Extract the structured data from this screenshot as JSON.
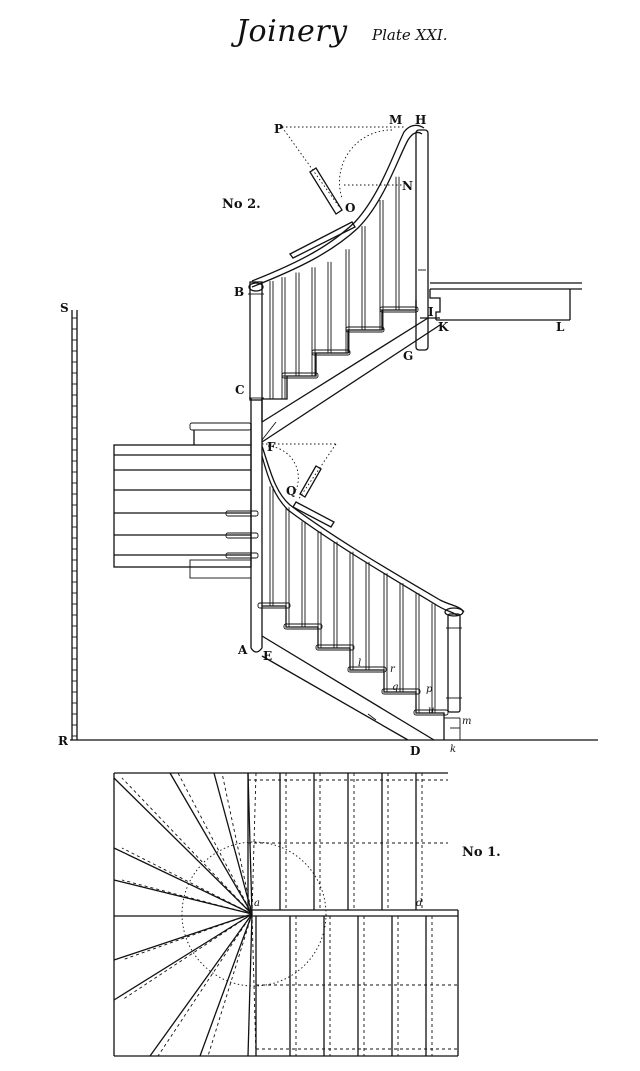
{
  "title": {
    "main": "Joinery",
    "sub": "Plate XXI."
  },
  "figures": {
    "fig2": "No 2.",
    "fig1": "No 1."
  },
  "labels": {
    "P": "P",
    "M": "M",
    "H": "H",
    "N": "N",
    "O": "O",
    "B": "B",
    "I": "I",
    "K": "K",
    "L": "L",
    "G": "G",
    "C": "C",
    "F": "F",
    "Q": "Q",
    "A": "A",
    "E": "E",
    "S": "S",
    "R": "R",
    "D": "D",
    "k": "k",
    "m": "m",
    "l": "l",
    "r": "r",
    "q": "q",
    "p": "p",
    "u": "u",
    "a": "a",
    "d": "d"
  }
}
